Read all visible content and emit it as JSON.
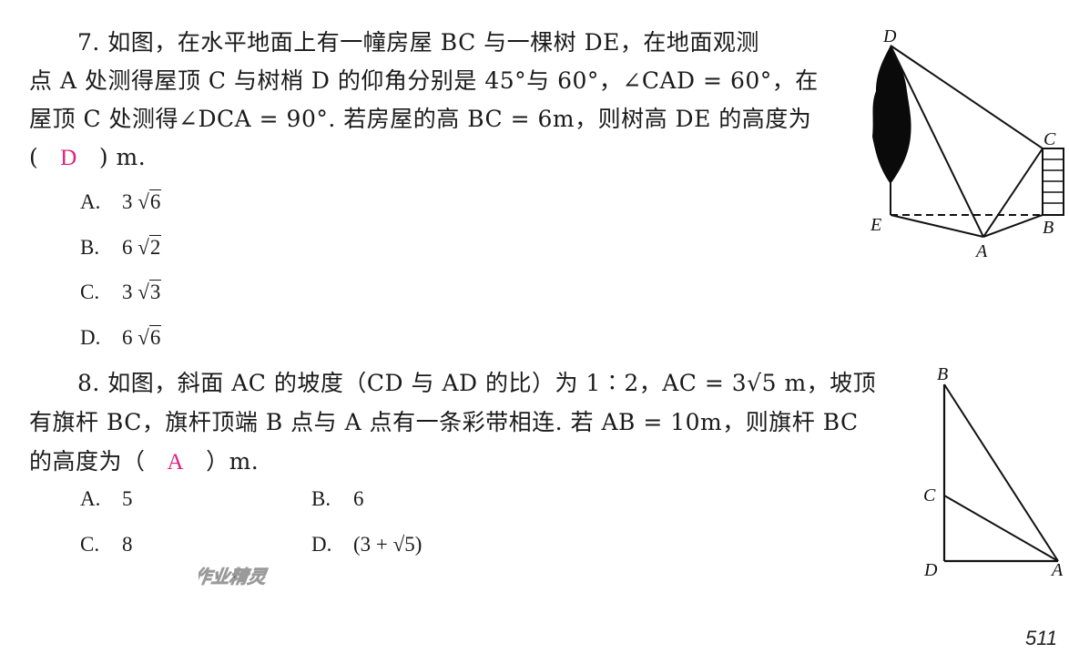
{
  "q7": {
    "line1": "7. 如图，在水平地面上有一幢房屋 BC 与一棵树 DE，在地面观测",
    "line2": "点 A 处测得屋顶 C 与树梢 D 的仰角分别是 45°与 60°，∠CAD = 60°，在",
    "line3": "屋顶 C 处测得∠DCA = 90°. 若房屋的高 BC = 6m，则树高 DE 的高度为",
    "line4_open": "(",
    "answer": "D",
    "line4_close": ") m.",
    "options": [
      {
        "label": "A.",
        "coef": "3",
        "radicand": "6"
      },
      {
        "label": "B.",
        "coef": "6",
        "radicand": "2"
      },
      {
        "label": "C.",
        "coef": "3",
        "radicand": "3"
      },
      {
        "label": "D.",
        "coef": "6",
        "radicand": "6"
      }
    ],
    "figure": {
      "labels": {
        "D": "D",
        "C": "C",
        "E": "E",
        "B": "B",
        "A": "A"
      }
    }
  },
  "q8": {
    "line1": "8. 如图，斜面 AC 的坡度（CD 与 AD 的比）为 1∶2，AC = 3√5 m，坡顶",
    "line2": "有旗杆 BC，旗杆顶端 B 点与 A 点有一条彩带相连. 若 AB = 10m，则旗杆 BC",
    "line3_pre": "的高度为（",
    "answer": "A",
    "line3_post": "）m.",
    "options": [
      {
        "label": "A.",
        "value": "5"
      },
      {
        "label": "B.",
        "value": "6"
      },
      {
        "label": "C.",
        "value": "8"
      },
      {
        "label": "D.",
        "value": "(3 + √5)"
      }
    ],
    "figure": {
      "labels": {
        "B": "B",
        "C": "C",
        "D": "D",
        "A": "A"
      }
    }
  },
  "page_number": "511",
  "watermark": "作业精灵",
  "colors": {
    "answer": "#e0207a",
    "text": "#1a1a1a",
    "watermark": "#9a9a9a"
  }
}
